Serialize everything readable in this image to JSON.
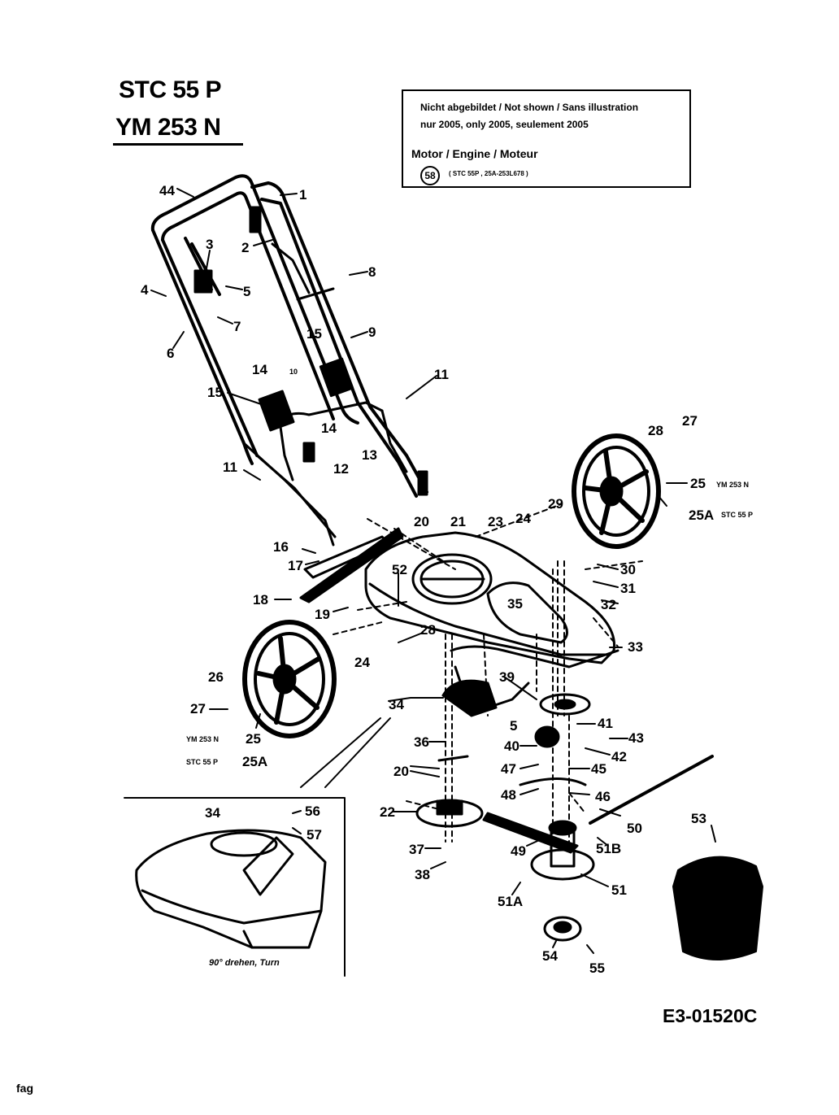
{
  "models": [
    "STC 55 P",
    "YM 253 N"
  ],
  "note_box": {
    "line1": "Nicht abgebildet / Not shown / Sans illustration",
    "line2": "nur 2005, only 2005, seulement 2005",
    "motor_title": "Motor / Engine / Moteur",
    "motor_ref": "58",
    "motor_note": "( STC 55P , 25A-253L678 )"
  },
  "part_labels": [
    "44",
    "1",
    "2",
    "3",
    "4",
    "5",
    "8",
    "7",
    "6",
    "15",
    "9",
    "14",
    "10",
    "11",
    "15",
    "14",
    "12",
    "13",
    "11",
    "16",
    "17",
    "18",
    "19",
    "20",
    "21",
    "23",
    "24",
    "28",
    "29",
    "27",
    "26",
    "25",
    "25A",
    "30",
    "31",
    "32",
    "52",
    "35",
    "28",
    "24",
    "33",
    "26",
    "27",
    "25",
    "25A",
    "34",
    "39",
    "5",
    "41",
    "36",
    "40",
    "43",
    "42",
    "20",
    "47",
    "45",
    "48",
    "46",
    "22",
    "50",
    "53",
    "56",
    "57",
    "34",
    "37",
    "49",
    "51B",
    "38",
    "51",
    "51A",
    "54",
    "55"
  ],
  "wheel_variants": {
    "right_25": "YM 253 N",
    "right_25A": "STC 55 P",
    "left_ym": "YM 253 N",
    "left_stc": "STC 55 P"
  },
  "inset_caption": "90° drehen, Turn",
  "drawing_code": "E3-01520C",
  "corner_mark": "fag"
}
